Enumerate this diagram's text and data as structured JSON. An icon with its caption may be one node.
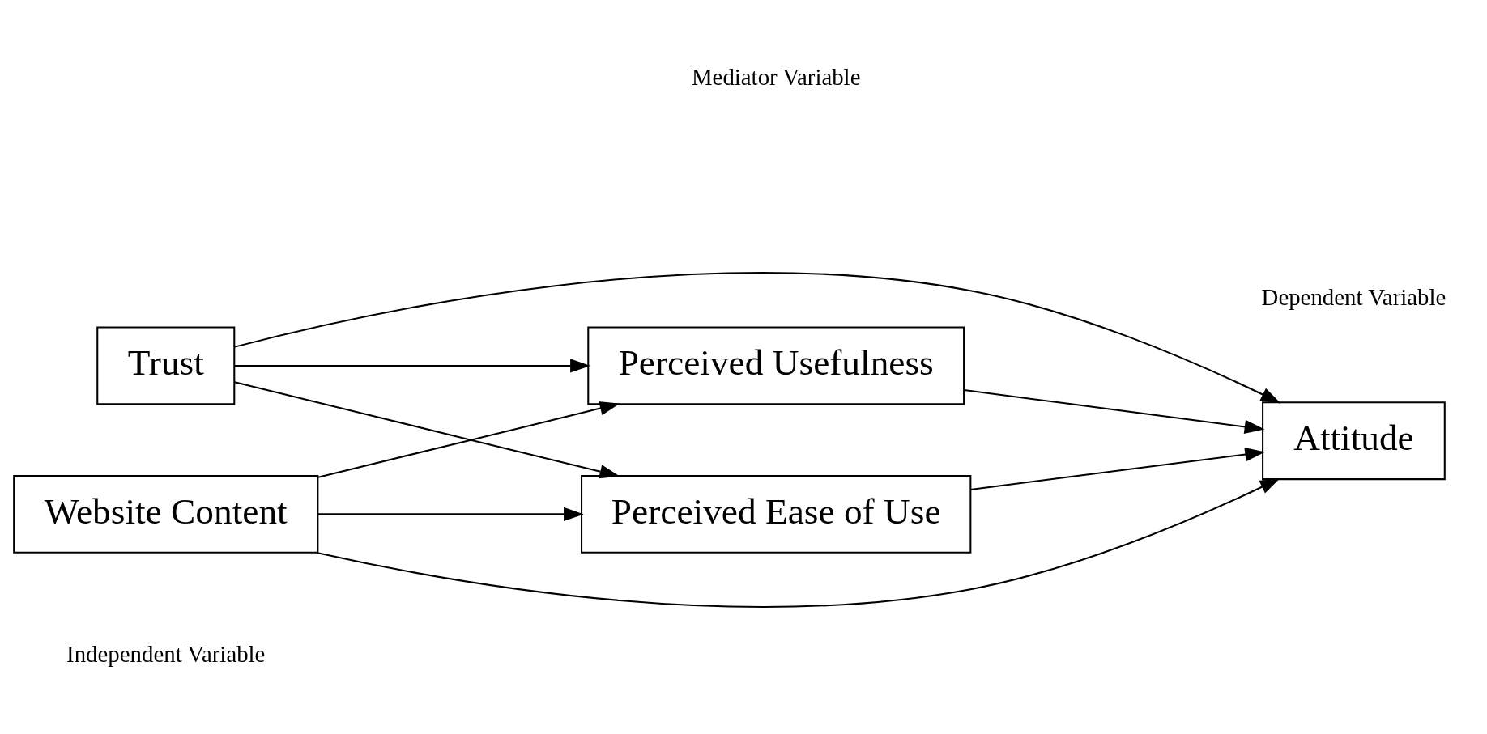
{
  "diagram": {
    "nodes": [
      {
        "text": [
          "Trust"
        ]
      },
      {
        "text": [
          "Perceived Usefulness"
        ]
      },
      {
        "text": [
          "Attitude"
        ]
      },
      {
        "text": [
          "Perceived Ease of Use"
        ]
      },
      {
        "text": [
          "Website Content"
        ]
      }
    ],
    "edges": [
      {
        "from": 0,
        "to": 2,
        "arrow": "to"
      },
      {
        "from": 0,
        "to": 1,
        "arrow": "to"
      },
      {
        "from": 0,
        "to": 3,
        "arrow": "to"
      },
      {
        "from": 4,
        "to": 1,
        "arrow": "to"
      },
      {
        "from": 4,
        "to": 3,
        "arrow": "to"
      },
      {
        "from": 4,
        "to": 2,
        "arrow": "to"
      },
      {
        "from": 1,
        "to": 2,
        "arrow": "to"
      },
      {
        "from": 3,
        "to": 2,
        "arrow": "to"
      }
    ],
    "labels": [
      "Independent Variable",
      "Mediator Variable",
      "Dependent Variable"
    ]
  }
}
